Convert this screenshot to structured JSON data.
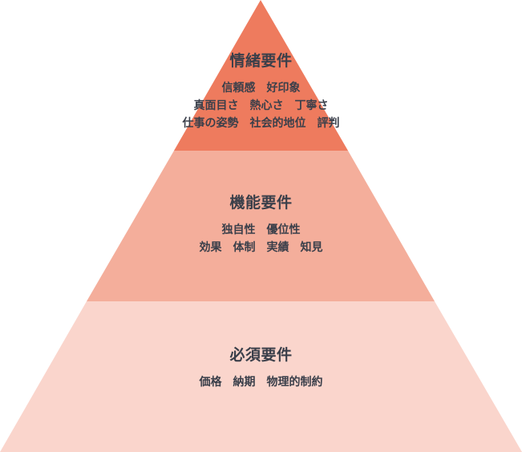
{
  "diagram": {
    "tiers": [
      {
        "id": "emotional",
        "title": "情緒要件",
        "lines": [
          "信頼感　好印象",
          "真面目さ　熱心さ　丁寧さ",
          "仕事の姿勢　社会的地位　評判"
        ],
        "color": "#ee7b5e"
      },
      {
        "id": "functional",
        "title": "機能要件",
        "lines": [
          "独自性　優位性",
          "効果　体制　実績　知見"
        ],
        "color": "#f4ae9b"
      },
      {
        "id": "essential",
        "title": "必須要件",
        "lines": [
          "価格　納期　物理的制約"
        ],
        "color": "#fad5cc"
      }
    ]
  }
}
